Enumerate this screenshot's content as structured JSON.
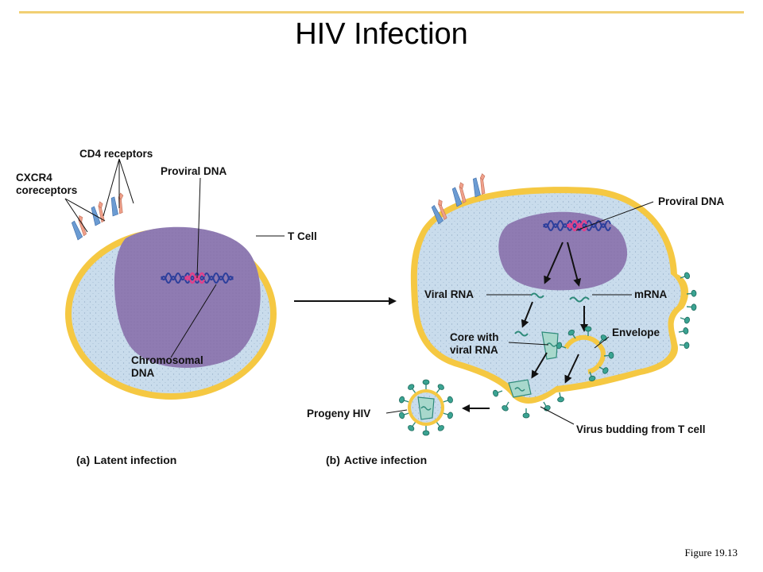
{
  "title": "HIV Infection",
  "figure_ref": "Figure 19.13",
  "labels": {
    "cd4_receptors": "CD4 receptors",
    "cxcr4_line1": "CXCR4",
    "cxcr4_line2": "coreceptors",
    "proviral_dna_a": "Proviral DNA",
    "t_cell": "T Cell",
    "chromosomal_line1": "Chromosomal",
    "chromosomal_line2": "DNA",
    "proviral_dna_b": "Proviral DNA",
    "viral_rna": "Viral RNA",
    "mrna": "mRNA",
    "core_line1": "Core with",
    "core_line2": "viral RNA",
    "envelope": "Envelope",
    "progeny_hiv": "Progeny HIV",
    "budding": "Virus budding from T cell"
  },
  "captions": {
    "a_marker": "(a)",
    "a_text": "Latent infection",
    "b_marker": "(b)",
    "b_text": "Active infection"
  },
  "colors": {
    "membrane": "#f5c842",
    "cytoplasm": "#c9dcec",
    "nucleus": "#8f7bb2",
    "dna_blue": "#2d3f9c",
    "dna_pink": "#e0408a",
    "virus_teal": "#2e8a7a",
    "receptor_blue": "#6b9bd2",
    "receptor_salmon": "#f0a08a"
  }
}
